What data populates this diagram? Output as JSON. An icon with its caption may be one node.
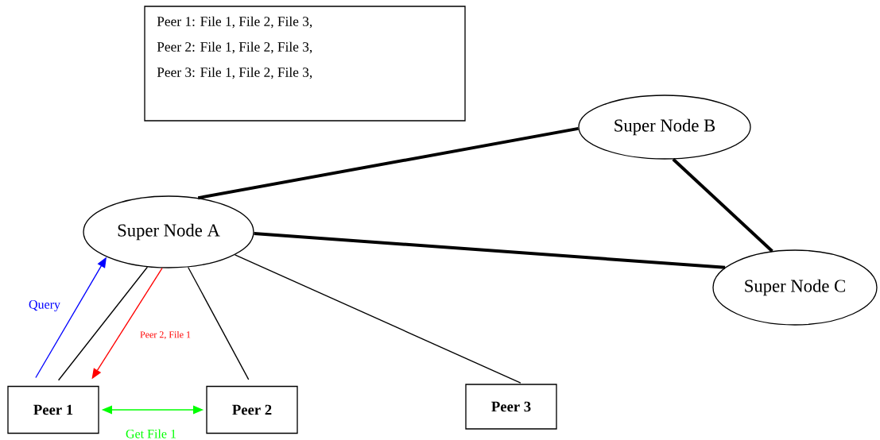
{
  "diagram": {
    "nodes": [
      {
        "text": [
          "Peer 1: File 1, File 2, File 3,",
          "Peer 2: File 1, File 2, File 3,",
          "Peer 3: File 1, File 2, File 3,"
        ]
      },
      {
        "text": [
          "Super Node A"
        ]
      },
      {
        "text": [
          "Super Node B"
        ]
      },
      {
        "text": [
          "Super Node C"
        ]
      },
      {
        "text": [
          "Peer 1"
        ]
      },
      {
        "text": [
          "Peer 2"
        ]
      },
      {
        "text": [
          "Peer 3"
        ]
      }
    ],
    "edges": [
      {
        "from": 1,
        "to": 2,
        "arrow": "none",
        "style": "thick"
      },
      {
        "from": 2,
        "to": 3,
        "arrow": "none",
        "style": "thick"
      },
      {
        "from": 1,
        "to": 3,
        "arrow": "none",
        "style": "thick"
      },
      {
        "from": 4,
        "to": 1,
        "arrow": "to",
        "label": "Query",
        "color": "#0000ff"
      },
      {
        "from": 4,
        "to": 1,
        "arrow": "none"
      },
      {
        "from": 1,
        "to": 4,
        "arrow": "to",
        "label": "Peer 2, File 1",
        "color": "#ff0000"
      },
      {
        "from": 5,
        "to": 1,
        "arrow": "none"
      },
      {
        "from": 6,
        "to": 1,
        "arrow": "none"
      },
      {
        "from": 4,
        "to": 5,
        "arrow": "both",
        "label": "Get File 1",
        "color": "#00ff00"
      }
    ]
  }
}
